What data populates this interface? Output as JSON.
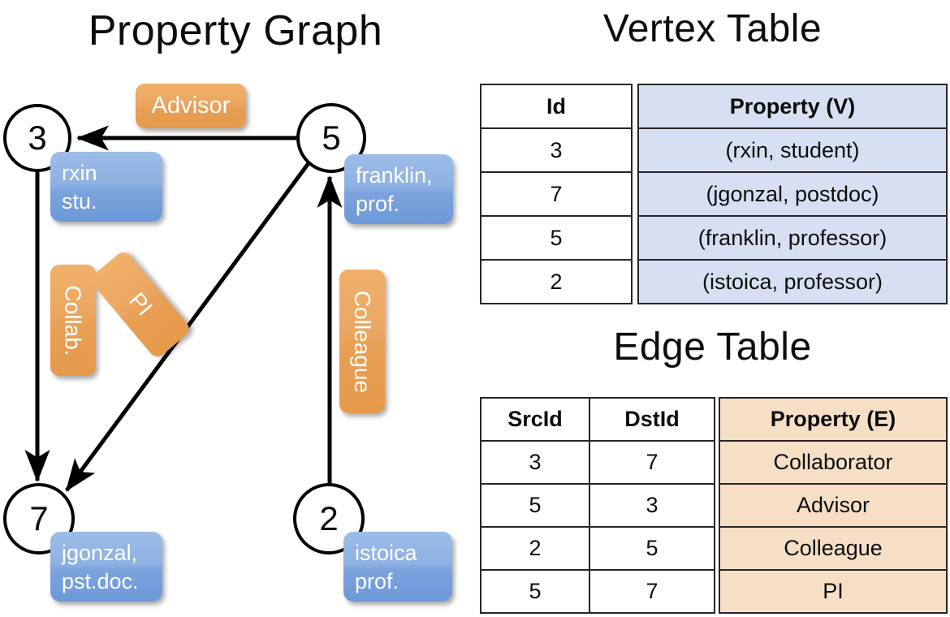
{
  "titles": {
    "property_graph": "Property Graph",
    "vertex_table": "Vertex Table",
    "edge_table": "Edge Table"
  },
  "graph": {
    "nodes": [
      {
        "id": "3",
        "property": [
          "rxin",
          "stu."
        ]
      },
      {
        "id": "5",
        "property": [
          "franklin,",
          "prof."
        ]
      },
      {
        "id": "7",
        "property": [
          "jgonzal,",
          "pst.doc."
        ]
      },
      {
        "id": "2",
        "property": [
          "istoica",
          "prof."
        ]
      }
    ],
    "edge_labels": [
      {
        "name": "advisor",
        "text": "Advisor"
      },
      {
        "name": "collab",
        "text": "Collab."
      },
      {
        "name": "pi",
        "text": "PI"
      },
      {
        "name": "colleague",
        "text": "Colleague"
      }
    ],
    "edges": [
      {
        "from": "5",
        "to": "3",
        "label": "Advisor"
      },
      {
        "from": "3",
        "to": "7",
        "label": "Collab."
      },
      {
        "from": "5",
        "to": "7",
        "label": "PI"
      },
      {
        "from": "2",
        "to": "5",
        "label": "Colleague"
      }
    ]
  },
  "vertex_table": {
    "headers": [
      "Id",
      "Property (V)"
    ],
    "rows": [
      {
        "id": "3",
        "property": "(rxin, student)"
      },
      {
        "id": "7",
        "property": "(jgonzal, postdoc)"
      },
      {
        "id": "5",
        "property": "(franklin, professor)"
      },
      {
        "id": "2",
        "property": "(istoica, professor)"
      }
    ]
  },
  "edge_table": {
    "headers": [
      "SrcId",
      "DstId",
      "Property (E)"
    ],
    "rows": [
      {
        "src": "3",
        "dst": "7",
        "property": "Collaborator"
      },
      {
        "src": "5",
        "dst": "3",
        "property": "Advisor"
      },
      {
        "src": "2",
        "dst": "5",
        "property": "Colleague"
      },
      {
        "src": "5",
        "dst": "7",
        "property": "PI"
      }
    ]
  },
  "colors": {
    "vertex_property_fill": "#d6e0f2",
    "edge_property_fill": "#f7dfc6",
    "node_box_blue": "#7ba3dd",
    "edge_label_orange": "#e89e53",
    "stroke": "#000000"
  }
}
